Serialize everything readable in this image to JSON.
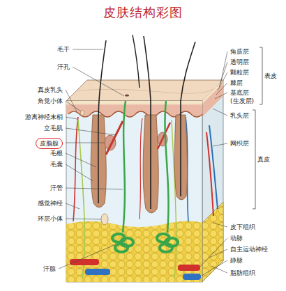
{
  "diagram": {
    "title": "皮肤结构彩图",
    "nodes": [
      {
        "text": [
          "皮脂腺"
        ]
      }
    ],
    "labels": [
      "毛干",
      "汗孔",
      "真皮乳头",
      "角觉小体",
      "游离神经末梢",
      "立毛肌",
      "毛根",
      "毛囊",
      "汗管",
      "感觉神经",
      "环层小体",
      "汗腺",
      "角质层",
      "透明层",
      "颗粒层",
      "棘层",
      "基底层 (生发层)",
      "表皮",
      "乳头层",
      "网织层",
      "真皮",
      "皮下组织",
      "动脉",
      "自主运动神经",
      "静脉",
      "脂肪组织"
    ]
  }
}
